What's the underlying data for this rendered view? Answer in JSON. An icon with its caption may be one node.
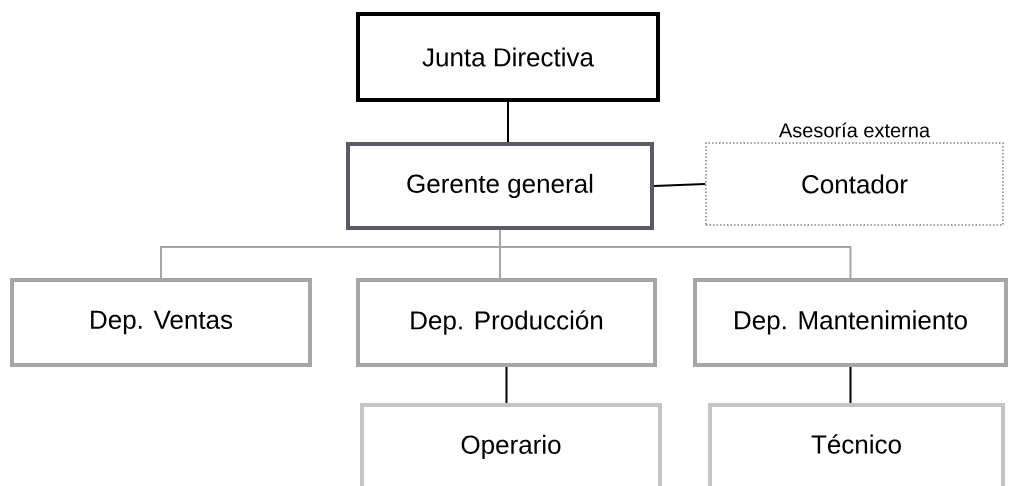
{
  "diagram": {
    "nodes": [
      {
        "text": [
          "Junta Directiva"
        ]
      },
      {
        "text": [
          "Gerente general"
        ]
      },
      {
        "text": [
          "Asesoría externa",
          "Contador"
        ]
      },
      {
        "text": [
          "Dep. Ventas"
        ]
      },
      {
        "text": [
          "Dep. Producción"
        ]
      },
      {
        "text": [
          "Dep. Mantenimiento"
        ]
      },
      {
        "text": [
          "Operario"
        ]
      },
      {
        "text": [
          "Técnico"
        ]
      }
    ],
    "edges": [
      {
        "from": 0,
        "to": 1,
        "arrow": "none"
      },
      {
        "from": 1,
        "to": 2,
        "arrow": "none"
      },
      {
        "from": 1,
        "to": 3,
        "arrow": "none",
        "color": "#a6a6a6"
      },
      {
        "from": 1,
        "to": 4,
        "arrow": "none",
        "color": "#a6a6a6"
      },
      {
        "from": 1,
        "to": 5,
        "arrow": "none",
        "color": "#a6a6a6"
      },
      {
        "from": 4,
        "to": 6,
        "arrow": "none"
      },
      {
        "from": 5,
        "to": 7,
        "arrow": "none"
      }
    ]
  }
}
